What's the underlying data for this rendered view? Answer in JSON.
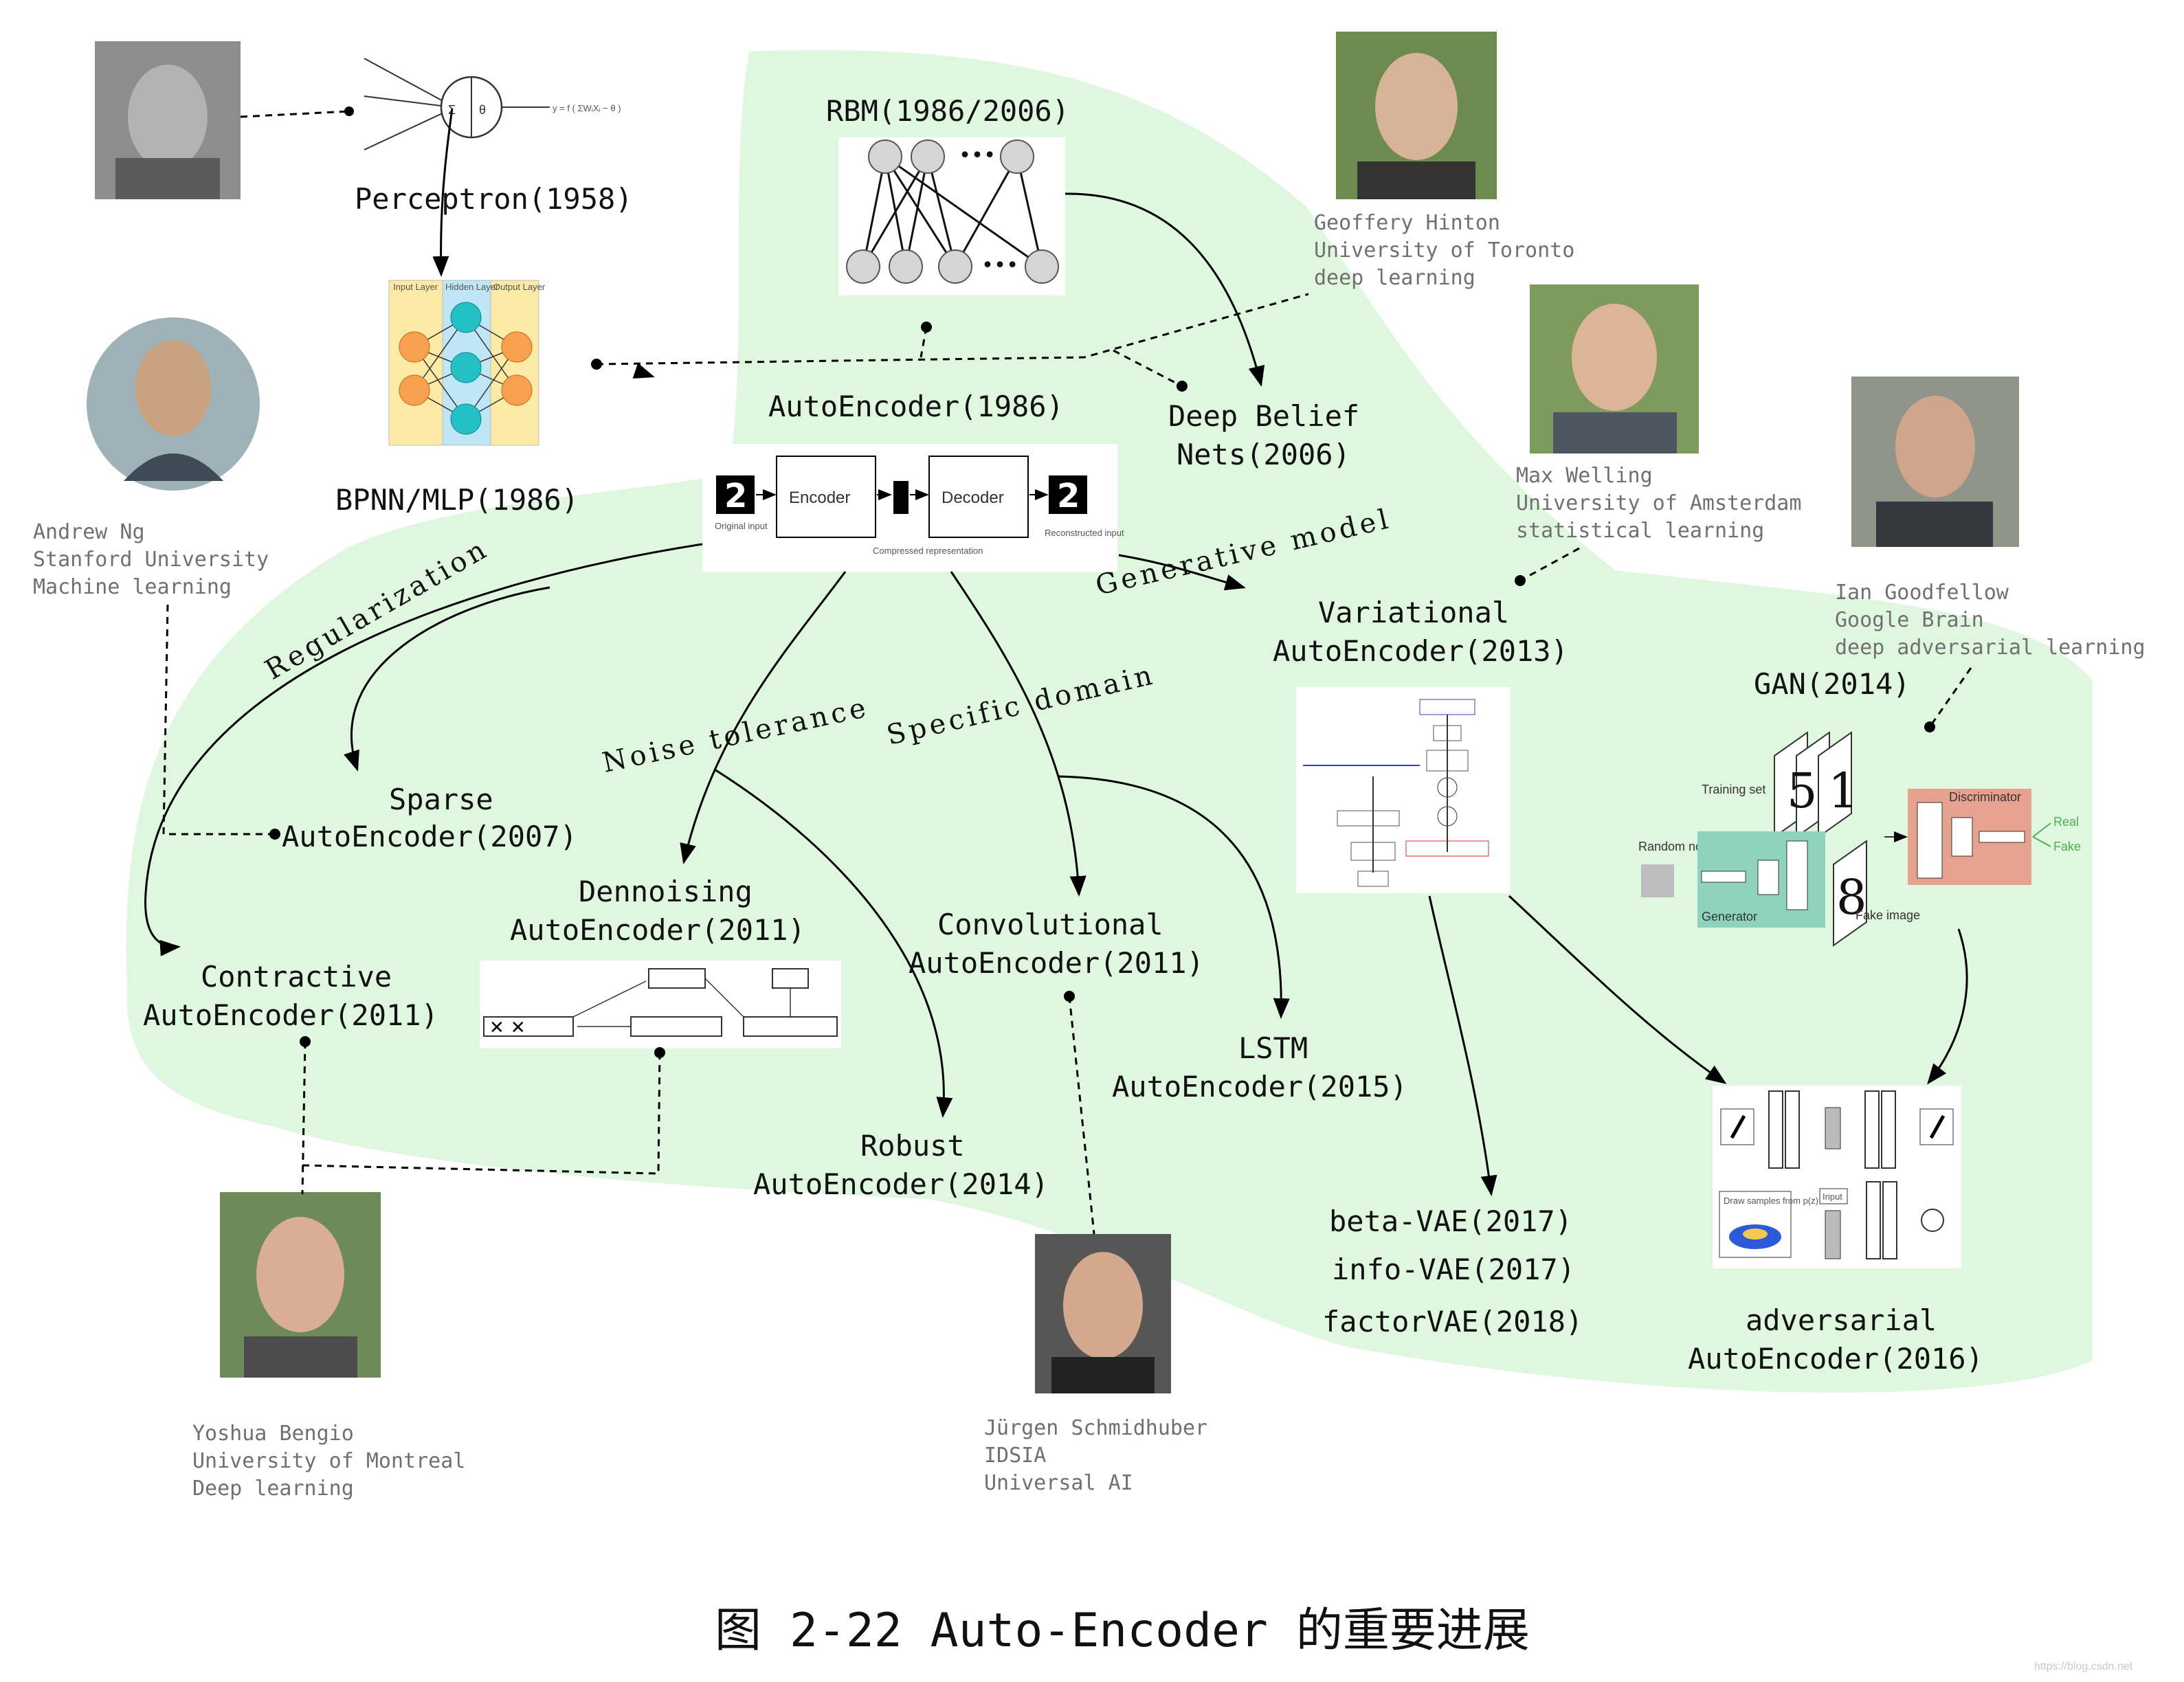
{
  "nodes": {
    "perceptron": "Perceptron(1958)",
    "bpnn": "BPNN/MLP(1986)",
    "rbm": "RBM(1986/2006)",
    "autoencoder": "AutoEncoder(1986)",
    "dbn_line1": "Deep Belief",
    "dbn_line2": "Nets(2006)",
    "vae_line1": "Variational",
    "vae_line2": "AutoEncoder(2013)",
    "gan": "GAN(2014)",
    "sparse_line1": "Sparse",
    "sparse_line2": "AutoEncoder(2007)",
    "denoising_line1": "Dennoising",
    "denoising_line2": "AutoEncoder(2011)",
    "conv_line1": "Convolutional",
    "conv_line2": "AutoEncoder(2011)",
    "contractive_line1": "Contractive",
    "contractive_line2": "AutoEncoder(2011)",
    "lstm_line1": "LSTM",
    "lstm_line2": "AutoEncoder(2015)",
    "robust_line1": "Robust",
    "robust_line2": "AutoEncoder(2014)",
    "beta_vae": "beta-VAE(2017)",
    "info_vae": "info-VAE(2017)",
    "factor_vae": "factorVAE(2018)",
    "aae_line1": "adversarial",
    "aae_line2": "AutoEncoder(2016)"
  },
  "edge_labels": {
    "regularization": "Regularization",
    "noise": "Noise tolerance",
    "specific": "Specific domain",
    "generative": "Generative model"
  },
  "people": {
    "hinton": [
      "Geoffery Hinton",
      "University of Toronto",
      "deep learning"
    ],
    "ng": [
      "Andrew Ng",
      "Stanford University",
      "Machine learning"
    ],
    "welling": [
      "Max Welling",
      "University of Amsterdam",
      "statistical learning"
    ],
    "goodfellow": [
      "Ian Goodfellow",
      "Google Brain",
      "deep adversarial learning"
    ],
    "bengio": [
      "Yoshua Bengio",
      "University of Montreal",
      "Deep learning"
    ],
    "schmidhuber": [
      "Jürgen Schmidhuber",
      "IDSIA",
      "Universal AI"
    ]
  },
  "figure_labels": {
    "encoder": "Encoder",
    "decoder": "Decoder",
    "digit": "2",
    "original_input": "Original input",
    "compressed": "Compressed representation",
    "reconstructed": "Reconstructed input",
    "input_layer": "Input Layer",
    "hidden_layer": "Hidden Layer",
    "output_layer": "Output Layer",
    "perceptron_formula": "y = f ( ΣWᵢXᵢ − θ )",
    "training_set": "Training set",
    "random_noise": "Random noise",
    "generator": "Generator",
    "discriminator": "Discriminator",
    "fake_image": "Fake image",
    "real": "Real",
    "fake": "Fake",
    "draw_samples": "Draw samples from p(z)",
    "input": "Input"
  },
  "caption": "图 2-22 Auto-Encoder 的重要进展",
  "watermark": "https://blog.csdn.net",
  "colors": {
    "region": "#e0f7df",
    "input_layer": "#fbeaa6",
    "hidden_layer": "#bfe6f4",
    "neuron_orange": "#f7a14f",
    "neuron_teal": "#23c0c6",
    "gan_generator": "#8fd3bd",
    "gan_discriminator": "#e5a38f"
  }
}
